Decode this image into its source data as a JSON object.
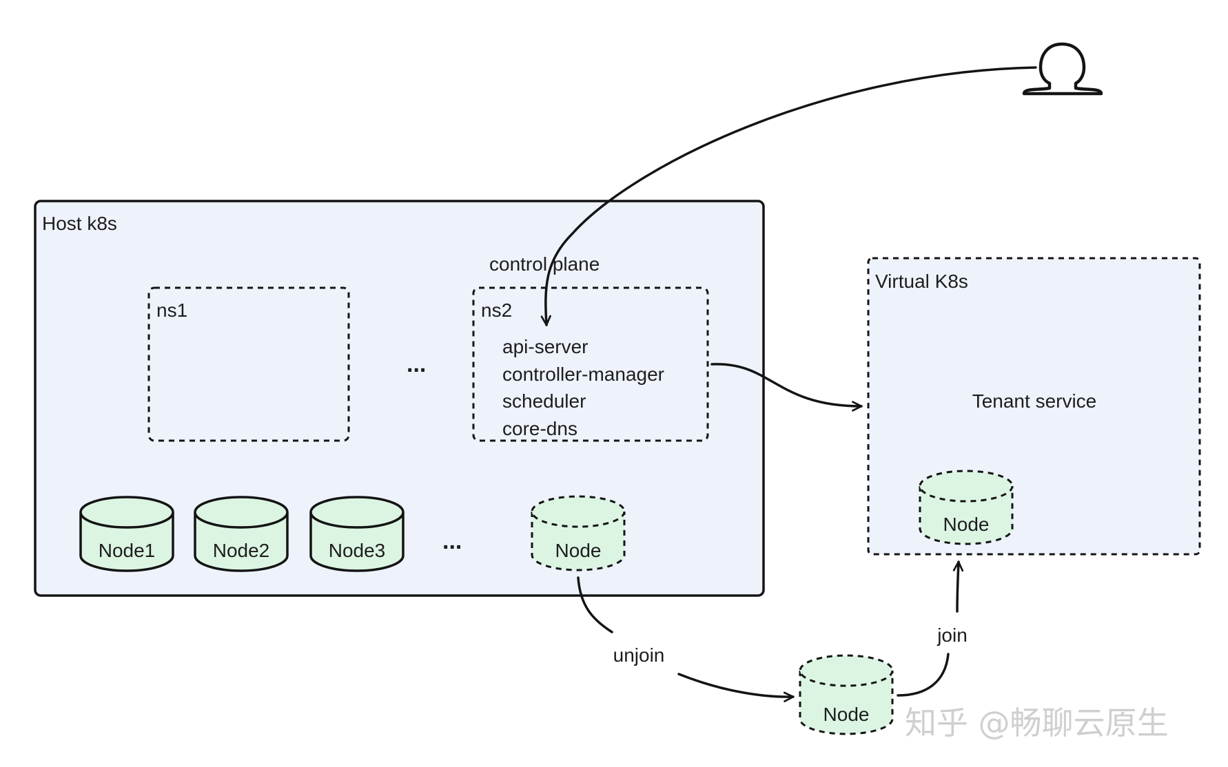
{
  "host": {
    "title": "Host k8s"
  },
  "control_plane_label": "control plane",
  "ns1": {
    "label": "ns1"
  },
  "ns2": {
    "label": "ns2",
    "components": [
      "api-server",
      "controller-manager",
      "scheduler",
      "core-dns"
    ]
  },
  "ellipsis": "...",
  "host_nodes": [
    "Node1",
    "Node2",
    "Node3"
  ],
  "moving_node_label": "Node",
  "virtual": {
    "title": "Virtual K8s",
    "tenant_service": "Tenant service",
    "node_label": "Node"
  },
  "transit_node_label": "Node",
  "edges": {
    "unjoin": "unjoin",
    "join": "join"
  },
  "watermark": "知乎 @畅聊云原生",
  "colors": {
    "container_fill": "#eef2fb",
    "node_fill": "#dcf5e3",
    "stroke": "#141414",
    "watermark": "#cfcfcf"
  },
  "icons": {
    "user": "user-icon"
  }
}
